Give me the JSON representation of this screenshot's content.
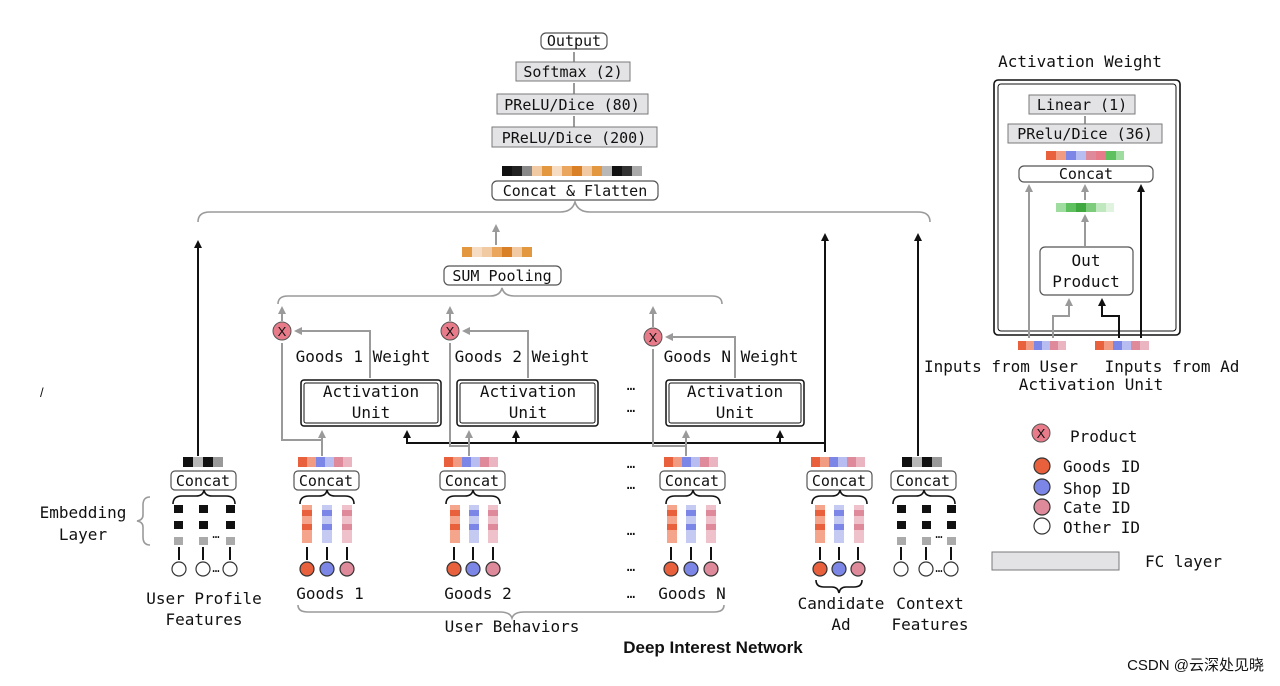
{
  "title": "Deep Interest Network",
  "watermark": "CSDN @云深处见晓",
  "stray_mark": "/",
  "top_stack": {
    "output": "Output",
    "softmax": "Softmax (2)",
    "prelu80": "PReLU/Dice (80)",
    "prelu200": "PReLU/Dice (200)",
    "concat_flatten": "Concat & Flatten"
  },
  "sum_pooling": "SUM Pooling",
  "weights": {
    "w1": "Goods 1 Weight",
    "w2": "Goods 2 Weight",
    "wn": "Goods N Weight"
  },
  "activation_unit": {
    "line1": "Activation",
    "line2": "Unit"
  },
  "ellipsis": "…",
  "product_symbol": "X",
  "concat_label": "Concat",
  "embedding_layer": {
    "line1": "Embedding",
    "line2": "Layer"
  },
  "bottom_labels": {
    "user_profile_1": "User Profile",
    "user_profile_2": "Features",
    "goods1": "Goods 1",
    "goods2": "Goods 2",
    "goodsn": "Goods N",
    "user_behaviors": "User Behaviors",
    "candidate_1": "Candidate",
    "candidate_2": "Ad",
    "context_1": "Context",
    "context_2": "Features"
  },
  "inset": {
    "title": "Activation Weight",
    "linear": "Linear (1)",
    "prelu36": "PRelu/Dice (36)",
    "concat": "Concat",
    "out_product_1": "Out",
    "out_product_2": "Product",
    "inputs_user_1": "Inputs from User",
    "inputs_user_2": "Activation Unit",
    "inputs_ad": "Inputs from Ad"
  },
  "legend": {
    "product": "Product",
    "goods_id": "Goods ID",
    "shop_id": "Shop ID",
    "cate_id": "Cate ID",
    "other_id": "Other ID",
    "fc_layer": "FC layer"
  },
  "colors": {
    "goods": "#e8603c",
    "shop": "#7b86e6",
    "cate": "#de8a9b",
    "product": "#e77b8a",
    "fc_fill": "#e3e3e5",
    "orange": "#e3973e",
    "green": "#5fc05f",
    "gray_line": "#9a9a9a"
  }
}
